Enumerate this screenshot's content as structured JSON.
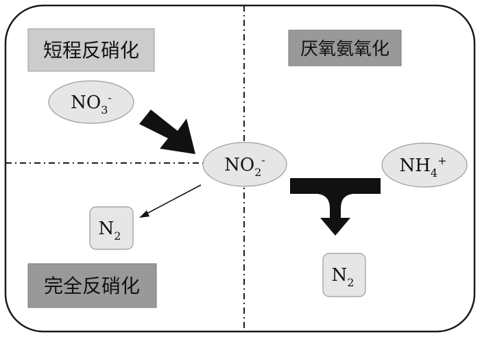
{
  "panel_titles": {
    "short_denitrification": "短程反硝化",
    "anammox": "厌氧氨氧化",
    "complete_denitrification": "完全反硝化"
  },
  "species": {
    "nitrate": {
      "base": "NO",
      "sub": "3",
      "sup": "-"
    },
    "nitrite": {
      "base": "NO",
      "sub": "2",
      "sup": "-"
    },
    "ammonium": {
      "base": "NH",
      "sub": "4",
      "sup": "+"
    },
    "dinitrogen_left": {
      "base": "N",
      "sub": "2"
    },
    "dinitrogen_right": {
      "base": "N",
      "sub": "2"
    }
  },
  "colors": {
    "frame": "#1a1a1a",
    "node_fill": "#e6e6e6",
    "title_fill_light": "#cccccc",
    "title_fill_dark": "#999999",
    "arrow": "#111111"
  }
}
